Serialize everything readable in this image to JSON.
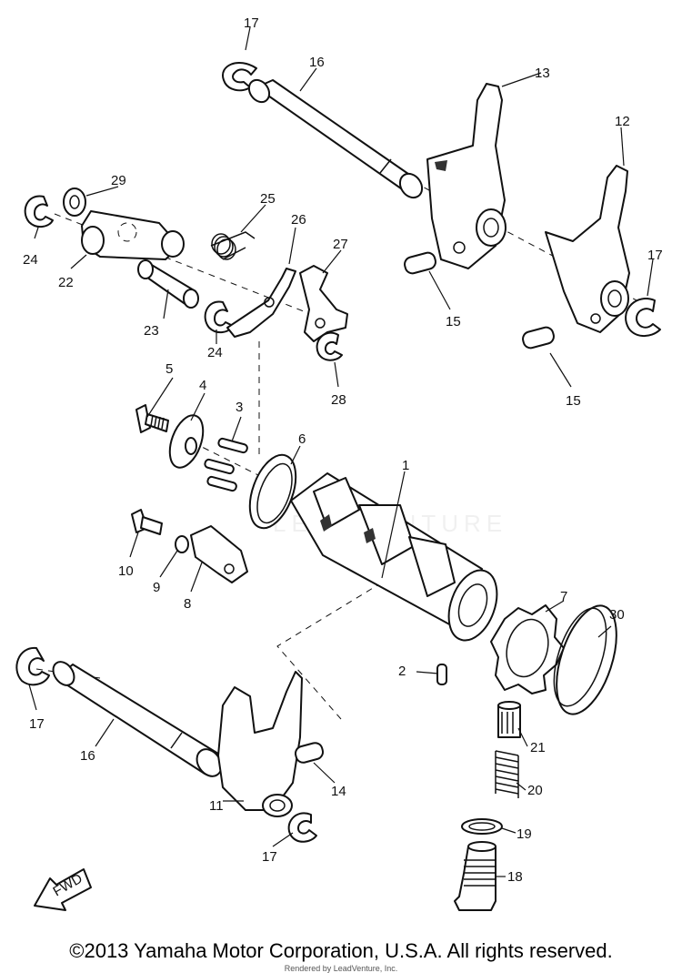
{
  "diagram": {
    "callouts": [
      {
        "id": "c1",
        "text": "1"
      },
      {
        "id": "c2",
        "text": "2"
      },
      {
        "id": "c3",
        "text": "3"
      },
      {
        "id": "c4",
        "text": "4"
      },
      {
        "id": "c5",
        "text": "5"
      },
      {
        "id": "c6",
        "text": "6"
      },
      {
        "id": "c7",
        "text": "7"
      },
      {
        "id": "c8",
        "text": "8"
      },
      {
        "id": "c9",
        "text": "9"
      },
      {
        "id": "c10",
        "text": "10"
      },
      {
        "id": "c11",
        "text": "11"
      },
      {
        "id": "c12",
        "text": "12"
      },
      {
        "id": "c13",
        "text": "13"
      },
      {
        "id": "c14",
        "text": "14"
      },
      {
        "id": "c15a",
        "text": "15"
      },
      {
        "id": "c15b",
        "text": "15"
      },
      {
        "id": "c16a",
        "text": "16"
      },
      {
        "id": "c16b",
        "text": "16"
      },
      {
        "id": "c17a",
        "text": "17"
      },
      {
        "id": "c17b",
        "text": "17"
      },
      {
        "id": "c17c",
        "text": "17"
      },
      {
        "id": "c17d",
        "text": "17"
      },
      {
        "id": "c18",
        "text": "18"
      },
      {
        "id": "c19",
        "text": "19"
      },
      {
        "id": "c20",
        "text": "20"
      },
      {
        "id": "c21",
        "text": "21"
      },
      {
        "id": "c22",
        "text": "22"
      },
      {
        "id": "c23",
        "text": "23"
      },
      {
        "id": "c24a",
        "text": "24"
      },
      {
        "id": "c24b",
        "text": "24"
      },
      {
        "id": "c25",
        "text": "25"
      },
      {
        "id": "c26",
        "text": "26"
      },
      {
        "id": "c27",
        "text": "27"
      },
      {
        "id": "c28",
        "text": "28"
      },
      {
        "id": "c29",
        "text": "29"
      },
      {
        "id": "c30",
        "text": "30"
      }
    ],
    "fwd_label": "FWD"
  },
  "watermark": "LEADVENTURE",
  "footer": {
    "copyright": "©2013 Yamaha Motor Corporation, U.S.A. All rights reserved.",
    "credit": "Rendered by LeadVenture, Inc."
  }
}
